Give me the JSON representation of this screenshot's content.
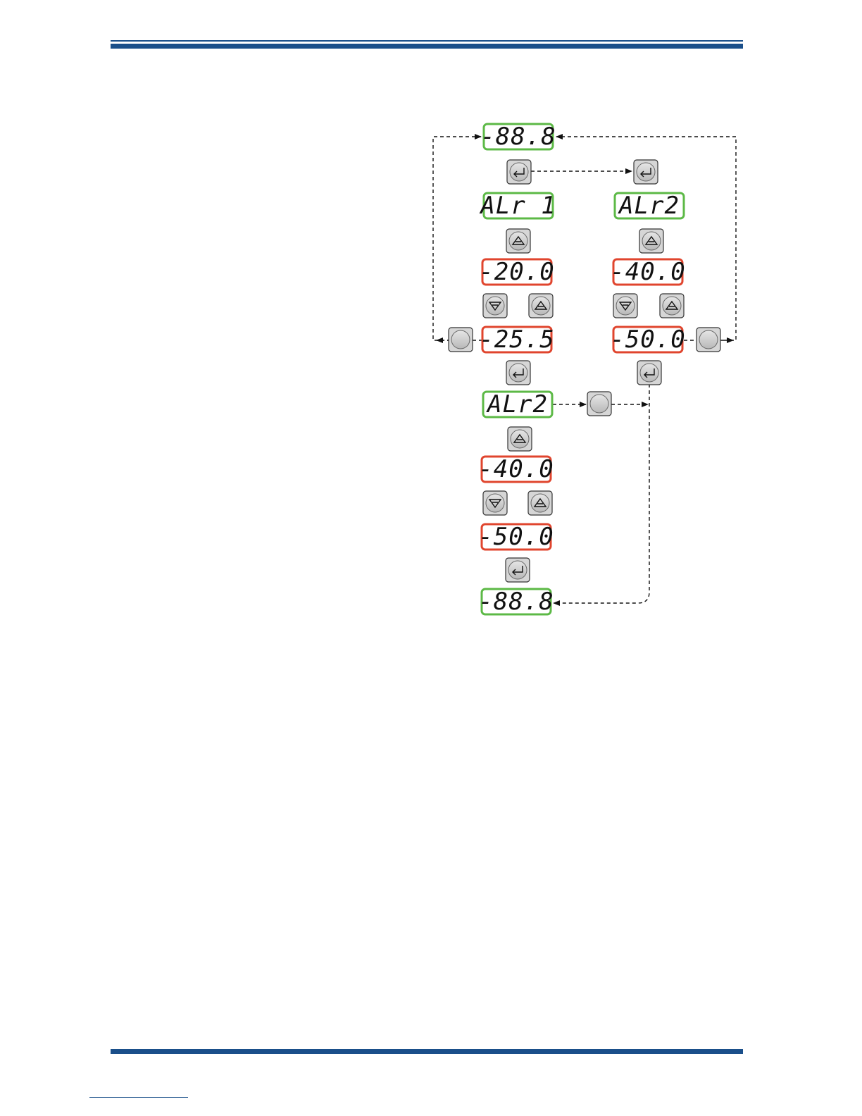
{
  "colors": {
    "header_rule": "#1a4f8a",
    "display_green": "#5cb946",
    "display_red": "#e0452e",
    "button_face": "#cfcfcf",
    "connector": "#111111"
  },
  "diagram": {
    "displays": [
      {
        "id": "display-start",
        "text": "-88.8",
        "border": "green"
      },
      {
        "id": "display-alr1",
        "text": "ALr 1",
        "border": "green"
      },
      {
        "id": "display-alr2-right",
        "text": "ALr2",
        "border": "green"
      },
      {
        "id": "display-alr1-value-old",
        "text": "-20.0",
        "border": "red"
      },
      {
        "id": "display-alr2-right-value-old",
        "text": "-40.0",
        "border": "red"
      },
      {
        "id": "display-alr1-value-new",
        "text": "-25.5",
        "border": "red"
      },
      {
        "id": "display-alr2-right-value-new",
        "text": "-50.0",
        "border": "red"
      },
      {
        "id": "display-alr2-left",
        "text": "ALr2",
        "border": "green"
      },
      {
        "id": "display-alr2-left-value-old",
        "text": "-40.0",
        "border": "red"
      },
      {
        "id": "display-alr2-left-value-new",
        "text": "-50.0",
        "border": "red"
      },
      {
        "id": "display-end",
        "text": "-88.8",
        "border": "green"
      }
    ],
    "buttons": [
      {
        "id": "enter-button-1",
        "icon": "enter-icon"
      },
      {
        "id": "enter-button-2",
        "icon": "enter-icon"
      },
      {
        "id": "up-button-1",
        "icon": "up-arrow-icon"
      },
      {
        "id": "up-button-2",
        "icon": "up-arrow-icon"
      },
      {
        "id": "down-button-1",
        "icon": "down-arrow-icon"
      },
      {
        "id": "up-button-3",
        "icon": "up-arrow-icon"
      },
      {
        "id": "down-button-2",
        "icon": "down-arrow-icon"
      },
      {
        "id": "up-button-4",
        "icon": "up-arrow-icon"
      },
      {
        "id": "blank-button-1",
        "icon": "blank"
      },
      {
        "id": "blank-button-2",
        "icon": "blank"
      },
      {
        "id": "enter-button-3",
        "icon": "enter-icon"
      },
      {
        "id": "enter-button-4",
        "icon": "enter-icon"
      },
      {
        "id": "blank-button-3",
        "icon": "blank"
      },
      {
        "id": "up-button-5",
        "icon": "up-arrow-icon"
      },
      {
        "id": "down-button-3",
        "icon": "down-arrow-icon"
      },
      {
        "id": "up-button-6",
        "icon": "up-arrow-icon"
      },
      {
        "id": "enter-button-5",
        "icon": "enter-icon"
      }
    ]
  }
}
